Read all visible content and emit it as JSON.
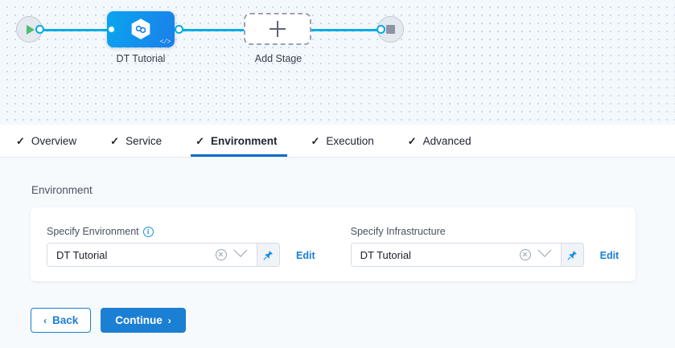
{
  "pipeline": {
    "start_node": {
      "icon": "play-icon",
      "label": ""
    },
    "stop_node": {
      "icon": "stop-icon",
      "label": ""
    },
    "stage": {
      "label": "DT Tutorial",
      "icon": "harness-hexagon-icon",
      "code_badge": "</>"
    },
    "add_stage": {
      "label": "Add Stage",
      "icon": "plus-icon"
    }
  },
  "tabs": [
    {
      "label": "Overview",
      "check": "✓",
      "active": false
    },
    {
      "label": "Service",
      "check": "✓",
      "active": false
    },
    {
      "label": "Environment",
      "check": "✓",
      "active": true
    },
    {
      "label": "Execution",
      "check": "✓",
      "active": false
    },
    {
      "label": "Advanced",
      "check": "✓",
      "active": false
    }
  ],
  "section": {
    "title": "Environment"
  },
  "form": {
    "environment": {
      "label": "Specify Environment",
      "info_icon": "info-icon",
      "value": "DT Tutorial",
      "clear_icon": "clear-circle-icon",
      "chevron_icon": "chevron-down-icon",
      "pin_icon": "pin-icon",
      "edit_label": "Edit"
    },
    "infrastructure": {
      "label": "Specify Infrastructure",
      "value": "DT Tutorial",
      "clear_icon": "clear-circle-icon",
      "chevron_icon": "chevron-down-icon",
      "pin_icon": "pin-icon",
      "edit_label": "Edit"
    }
  },
  "footer": {
    "back_label": "Back",
    "back_arrow": "‹",
    "continue_label": "Continue",
    "continue_arrow": "›"
  },
  "colors": {
    "accent_blue": "#1b7fd4",
    "edge_blue": "#00ade4",
    "tab_underline": "#0b6bc9",
    "canvas_bg": "#f3f8fc",
    "page_bg": "#f7fafd"
  }
}
